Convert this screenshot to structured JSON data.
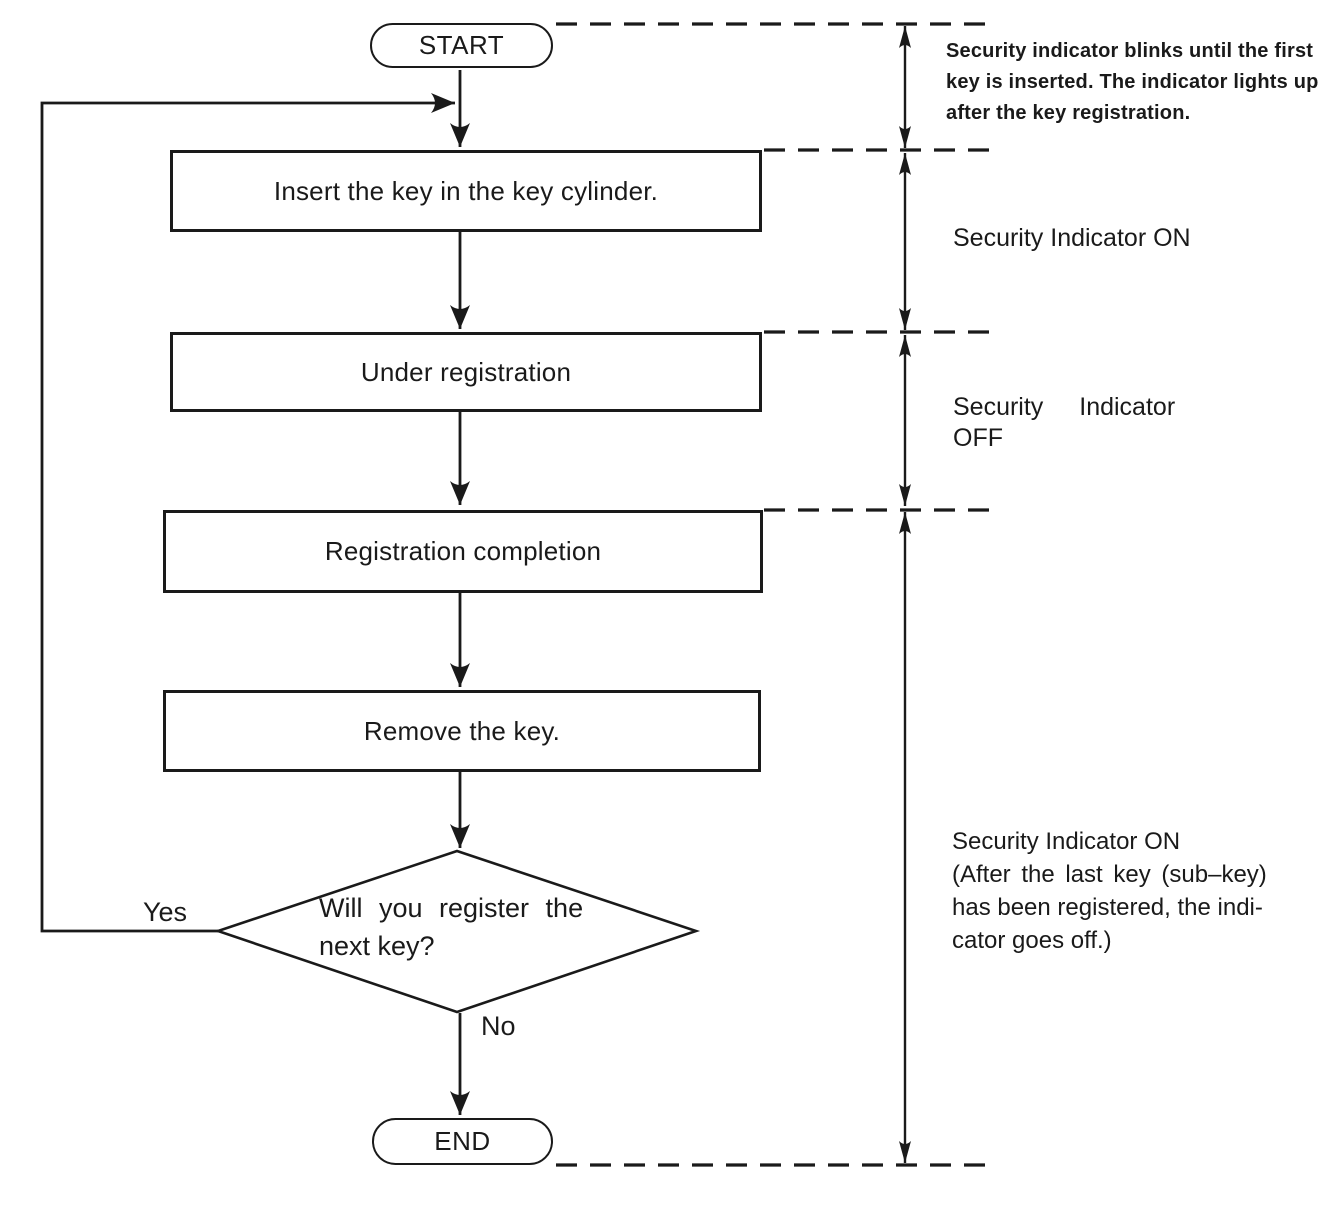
{
  "flowchart": {
    "start_label": "START",
    "end_label": "END",
    "steps": [
      {
        "label": "Insert the key in the key cylinder."
      },
      {
        "label": "Under registration"
      },
      {
        "label": "Registration completion"
      },
      {
        "label": "Remove the key."
      }
    ],
    "decision": {
      "line1": "Will you register the",
      "line2": "next key?"
    },
    "branch_yes": "Yes",
    "branch_no": "No"
  },
  "annotations": {
    "blink": {
      "lines": [
        "Security indicator blinks until the first",
        "key is inserted. The indicator lights up",
        "after the key registration."
      ]
    },
    "indicator_on_first": "Security Indicator ON",
    "indicator_off": {
      "line1": "Security Indicator",
      "line2": "OFF"
    },
    "indicator_on_last": {
      "lines": [
        "Security Indicator ON",
        "(After the last key (sub–key)",
        "has been registered, the indi-",
        "cator goes off.)"
      ]
    }
  },
  "colors": {
    "ink": "#1a1a1a",
    "background": "#ffffff"
  }
}
